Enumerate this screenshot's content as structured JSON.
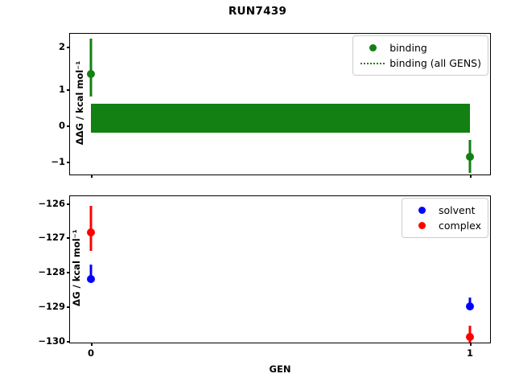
{
  "figure": {
    "title": "RUN7439",
    "colors": {
      "binding": "#128012",
      "solvent": "#0000ff",
      "complex": "#ff0000"
    }
  },
  "xaxis": {
    "label": "GEN",
    "ticks": [
      "0",
      "1"
    ],
    "tick_values": [
      0,
      1
    ],
    "range": [
      -0.05,
      1.05
    ]
  },
  "top_panel": {
    "ylabel": "ΔΔG / kcal mol⁻¹",
    "yticks": [
      "2",
      "1",
      "0",
      "−1"
    ],
    "ytick_values": [
      2,
      1,
      0,
      -1
    ],
    "legend": {
      "items": [
        {
          "label": "binding",
          "key": "marker-dot",
          "color": "#128012"
        },
        {
          "label": "binding (all GENS)",
          "key": "dotted-line",
          "color": "#128012"
        }
      ]
    }
  },
  "bottom_panel": {
    "ylabel": "ΔG / kcal mol⁻¹",
    "yticks": [
      "−126",
      "−127",
      "−128",
      "−129",
      "−130"
    ],
    "ytick_values": [
      -126,
      -127,
      -128,
      -129,
      -130
    ],
    "legend": {
      "items": [
        {
          "label": "solvent",
          "key": "marker-dot",
          "color": "#0000ff"
        },
        {
          "label": "complex",
          "key": "marker-dot",
          "color": "#ff0000"
        }
      ]
    }
  },
  "chart_data": [
    {
      "type": "scatter",
      "panel": "top",
      "title": "RUN7439",
      "xlabel": "GEN",
      "ylabel": "ΔΔG / kcal mol⁻¹",
      "xlim": [
        -0.05,
        1.05
      ],
      "ylim": [
        -1.57,
        2.43
      ],
      "grid": false,
      "legend_position": "upper right",
      "x": [
        0,
        1
      ],
      "series": [
        {
          "name": "binding",
          "color": "#128012",
          "marker": "o",
          "values": [
            1.42,
            -0.88
          ],
          "yerr_low": [
            0.62,
            -1.3
          ],
          "yerr_high": [
            2.22,
            -0.38
          ]
        }
      ],
      "bands": [
        {
          "name": "binding (all GENS)",
          "color": "#128012",
          "style": "dotted",
          "y_low": -0.2,
          "y_high": 0.6,
          "x_start": 0,
          "x_end": 1
        }
      ]
    },
    {
      "type": "scatter",
      "panel": "bottom",
      "xlabel": "GEN",
      "ylabel": "ΔG / kcal mol⁻¹",
      "xlim": [
        -0.05,
        1.05
      ],
      "ylim": [
        -130.53,
        -125.78
      ],
      "grid": false,
      "legend_position": "upper right",
      "x": [
        0,
        1
      ],
      "series": [
        {
          "name": "solvent",
          "color": "#0000ff",
          "marker": "o",
          "values": [
            -128.28,
            -129.02
          ],
          "yerr_low": [
            -128.43,
            -129.15
          ],
          "yerr_high": [
            -128.07,
            -128.88
          ]
        },
        {
          "name": "complex",
          "color": "#ff0000",
          "marker": "o",
          "values": [
            -126.85,
            -129.9
          ],
          "yerr_low": [
            -127.6,
            -130.3
          ],
          "yerr_high": [
            -126.08,
            -129.55
          ]
        }
      ]
    }
  ]
}
